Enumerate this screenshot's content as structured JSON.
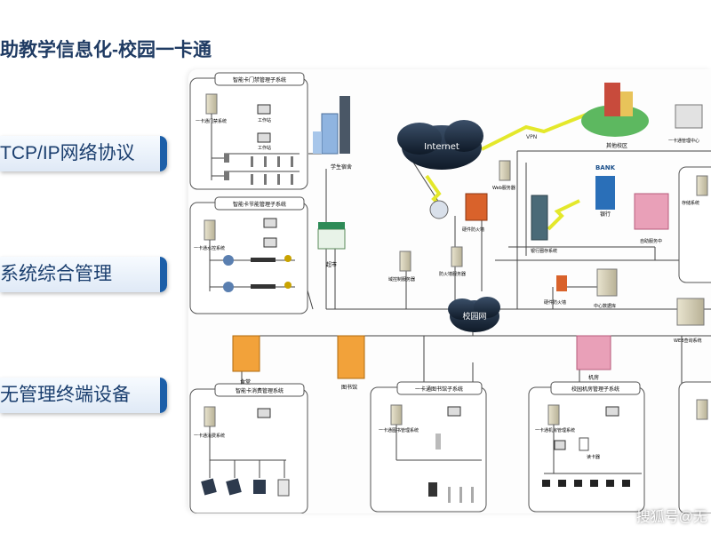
{
  "page": {
    "title": "助教学信息化-校园一卡通",
    "side_tabs": [
      "TCP/IP网络协议",
      "系统综合管理",
      "无管理终端设备"
    ],
    "watermark": "搜狐号@无"
  },
  "diagram": {
    "panels": {
      "door": "智能卡门禁管理子系统",
      "water": "智能卡节能管理子系统",
      "consume": "智能卡消费管理系统",
      "library": "一卡通图书馆子系统",
      "lab": "校园机房管理子系统"
    },
    "subsystem_labels": {
      "door_host": "一卡通门禁系统",
      "water_host": "一卡通水控系统",
      "consume_host": "一卡通消费系统",
      "library_host": "一卡通图书管理系统",
      "lab_host": "一卡通机房管理系统",
      "workstation": "工作站",
      "workstation2": "工作站",
      "read_card": "读卡器"
    },
    "nodes": {
      "internet": "Internet",
      "vpn": "VPN",
      "other_campus": "其他校区",
      "card_center": "一卡通管理中心",
      "student_dorm": "学生宿舍",
      "web_server": "Web服务器",
      "hw_firewall_top": "硬件防火墙",
      "bank": "BANK",
      "bank_label": "银行",
      "bank_atm": "银行圈存系统",
      "self_service": "自助服务中",
      "supermarket": "超市",
      "domain_server": "域控制服务器",
      "firewall_server": "防火墙服务器",
      "campus_net": "校园网",
      "hw_firewall": "硬件防火墙",
      "data_center": "中心数据库",
      "query_server": "WEB查询系统",
      "canteen": "食堂",
      "library": "图书馆",
      "computer_room": "机房",
      "right_top": "存储系统"
    }
  },
  "colors": {
    "title": "#1f3b63",
    "tab_accent": "#1d5fa8",
    "cloud": "#1e2f45",
    "panel_border": "#555555"
  }
}
